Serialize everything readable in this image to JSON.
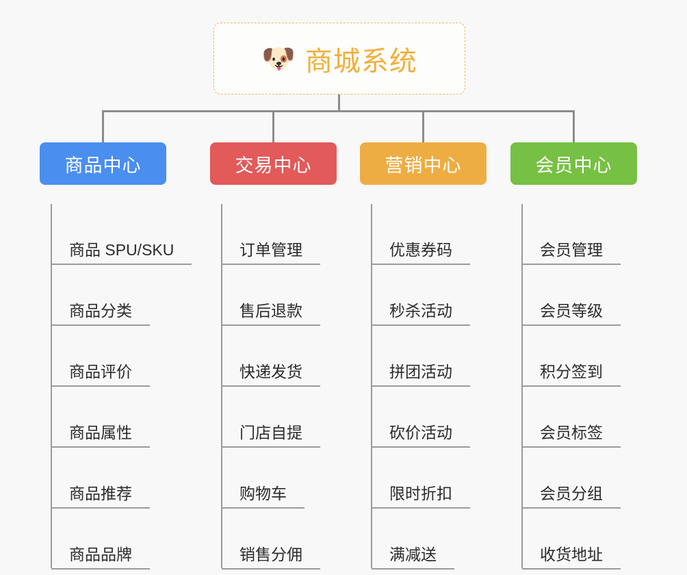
{
  "root": {
    "icon": "shiba-dog-icon",
    "emoji": "🐶",
    "title": "商城系统",
    "border_color": "#e8b864",
    "text_color": "#f0b03c"
  },
  "branches": [
    {
      "label": "商品中心",
      "color": "#4a8ef0",
      "items": [
        "商品 SPU/SKU",
        "商品分类",
        "商品评价",
        "商品属性",
        "商品推荐",
        "商品品牌"
      ]
    },
    {
      "label": "交易中心",
      "color": "#e25a5a",
      "items": [
        "订单管理",
        "售后退款",
        "快递发货",
        "门店自提",
        "购物车",
        "销售分佣"
      ]
    },
    {
      "label": "营销中心",
      "color": "#eead42",
      "items": [
        "优惠券码",
        "秒杀活动",
        "拼团活动",
        "砍价活动",
        "限时折扣",
        "满减送"
      ]
    },
    {
      "label": "会员中心",
      "color": "#76c043",
      "items": [
        "会员管理",
        "会员等级",
        "积分签到",
        "会员标签",
        "会员分组",
        "收货地址"
      ]
    }
  ],
  "connector": {
    "color": "#8c8c8c"
  }
}
